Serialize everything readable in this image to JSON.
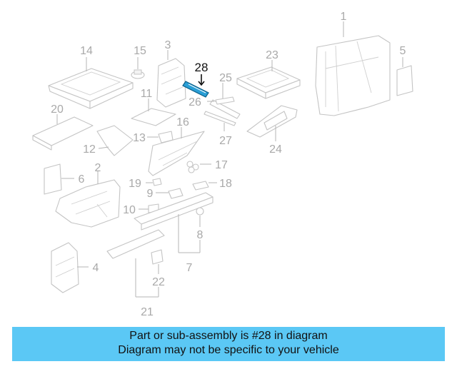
{
  "diagram": {
    "callouts": {
      "c1": "1",
      "c2": "2",
      "c3": "3",
      "c4": "4",
      "c5": "5",
      "c6": "6",
      "c7": "7",
      "c8": "8",
      "c9": "9",
      "c10": "10",
      "c11": "11",
      "c12": "12",
      "c13": "13",
      "c14": "14",
      "c15": "15",
      "c16": "16",
      "c17": "17",
      "c18": "18",
      "c19": "19",
      "c20": "20",
      "c21": "21",
      "c22": "22",
      "c23": "23",
      "c24": "24",
      "c25": "25",
      "c26": "26",
      "c27": "27",
      "c28": "28"
    },
    "highlighted_part": "28",
    "colors": {
      "highlight": "#2a9fd6",
      "banner": "#5bc8f5",
      "outline": "#c4c4c4"
    }
  },
  "banner": {
    "line1": "Part or sub-assembly is #28 in diagram",
    "line2": "Diagram may not be specific to your vehicle"
  }
}
